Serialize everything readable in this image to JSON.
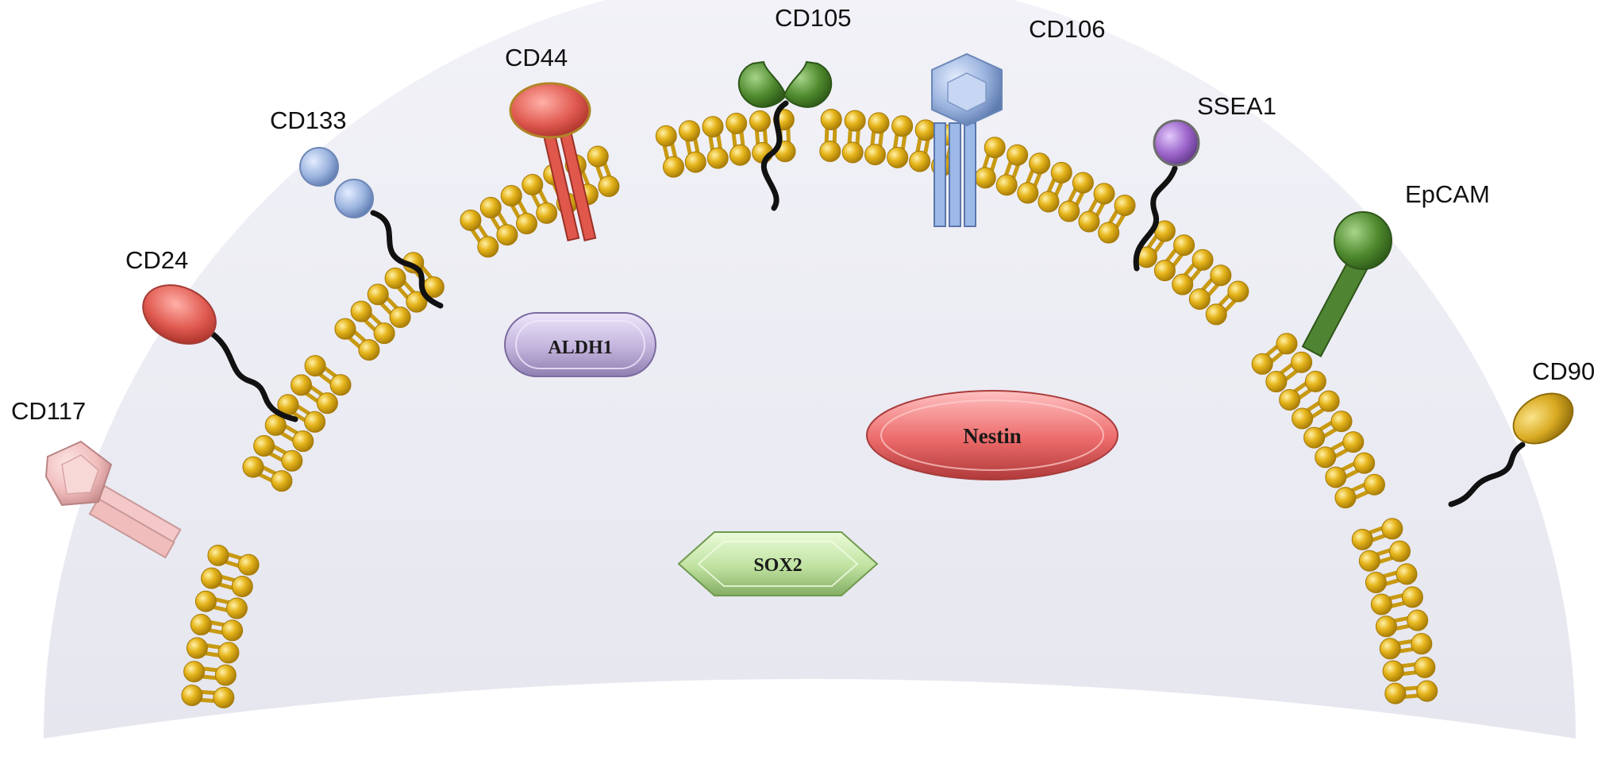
{
  "markers": {
    "surface": {
      "cd117": "CD117",
      "cd24": "CD24",
      "cd133": "CD133",
      "cd44": "CD44",
      "cd105": "CD105",
      "cd106": "CD106",
      "ssea1": "SSEA1",
      "epcam": "EpCAM",
      "cd90": "CD90"
    },
    "intracellular": {
      "aldh1": "ALDH1",
      "nestin": "Nestin",
      "sox2": "SOX2"
    }
  },
  "colors": {
    "membrane_head": "#e0b21c",
    "membrane_tail": "#c89a12",
    "cytoplasm": "#ececf4",
    "cd117": "#f3c3c3",
    "cd24": "#e2625d",
    "cd133": "#9cb4df",
    "cd44": "#e25a4f",
    "cd105": "#4f8a2e",
    "cd106": "#9db9e8",
    "ssea1": "#9a63c9",
    "epcam": "#4f8532",
    "cd90": "#d9aa22",
    "aldh1": "#c2b3dc",
    "nestin": "#ec6a6a",
    "sox2": "#bfe2a0"
  }
}
